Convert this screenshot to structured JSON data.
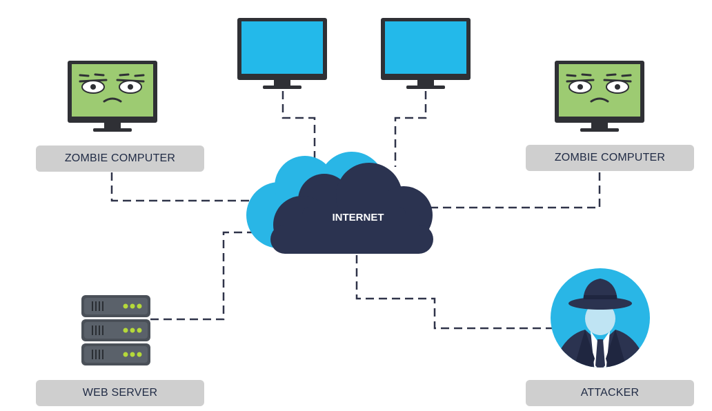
{
  "diagram": {
    "labels": {
      "zombie_left": "ZOMBIE COMPUTER",
      "zombie_right": "ZOMBIE COMPUTER",
      "web_server": "WEB SERVER",
      "attacker": "ATTACKER",
      "internet": "INTERNET"
    },
    "colors": {
      "cloud_dark": "#2b3350",
      "cloud_light": "#29b6e6",
      "screen_blue": "#23b9ea",
      "screen_zombie": "#9dcb72",
      "monitor_frame": "#2f3035",
      "link_line": "#2f3349",
      "label_bg": "#cfcfcf",
      "label_text": "#1f2a44",
      "server_body": "#4a5058",
      "server_led": "#b5d93a",
      "attacker_circle": "#29b6e6"
    },
    "icons": {
      "zombie_monitor": "zombie-monitor-icon",
      "monitor": "monitor-icon",
      "server": "server-icon",
      "attacker": "attacker-icon",
      "cloud": "cloud-icon"
    }
  }
}
